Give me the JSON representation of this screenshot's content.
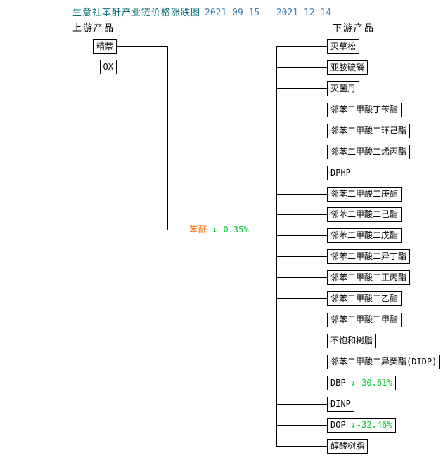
{
  "title": {
    "text": "生意社苯酐产业链价格涨跌图",
    "date_range": "2021-09-15 - 2021-12-14"
  },
  "columns": {
    "upstream_label": "上游产品",
    "downstream_label": "下游产品"
  },
  "upstream": [
    {
      "label": "精萘"
    },
    {
      "label": "OX"
    }
  ],
  "center": {
    "label": "苯酐",
    "arrow": "↓",
    "change": "-0.35%"
  },
  "downstream": [
    {
      "label": "灭草松"
    },
    {
      "label": "亚胺硫磷"
    },
    {
      "label": "灭菌丹"
    },
    {
      "label": "邻苯二甲酸丁苄酯"
    },
    {
      "label": "邻苯二甲酸二环己酯"
    },
    {
      "label": "邻苯二甲酸二烯丙酯"
    },
    {
      "label": "DPHP"
    },
    {
      "label": "邻苯二甲酸二庚酯"
    },
    {
      "label": "邻苯二甲酸二己酯"
    },
    {
      "label": "邻苯二甲酸二戊酯"
    },
    {
      "label": "邻苯二甲酸二异丁酯"
    },
    {
      "label": "邻苯二甲酸二正丙酯"
    },
    {
      "label": "邻苯二甲酸二乙酯"
    },
    {
      "label": "邻苯二甲酸二甲酯"
    },
    {
      "label": "不饱和树脂"
    },
    {
      "label": "邻苯二甲酸二异癸酯(DIDP)"
    },
    {
      "label": "DBP",
      "arrow": "↓",
      "change": "-30.61%"
    },
    {
      "label": "DINP"
    },
    {
      "label": "DOP",
      "arrow": "↓",
      "change": "-32.46%"
    },
    {
      "label": "醇酸树脂"
    }
  ],
  "colors": {
    "title": "#0B6C78",
    "date": "#4682B4",
    "center_label": "#FF6600",
    "change_green": "#00CC33",
    "line": "#000000",
    "background": "#ffffff"
  }
}
